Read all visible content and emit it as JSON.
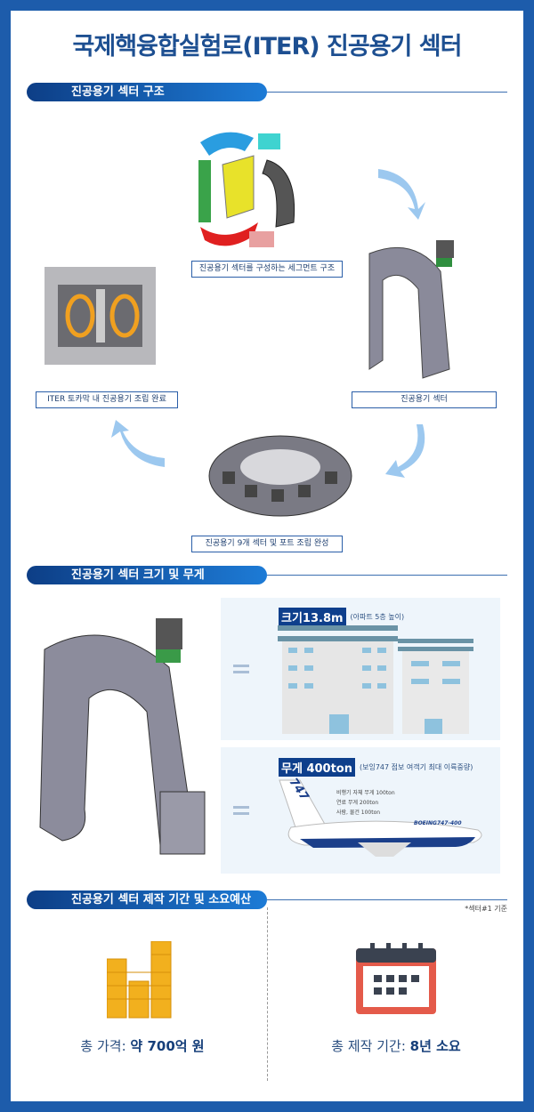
{
  "title": "국제핵융합실험로(ITER) 진공용기 섹터",
  "section1": {
    "header": "진공용기 섹터 구조",
    "labels": {
      "segments": "진공용기 섹터를 구성하는 세그먼트 구조",
      "sector": "진공용기 섹터",
      "tokamak": "ITER 토카막 내 진공용기 조립 완료",
      "ring": "진공용기 9개 섹터 및 포트 조립 완성"
    }
  },
  "section2": {
    "header": "진공용기 섹터 크기 및 무게",
    "size": {
      "tag": "크기13.8m",
      "note": "(아파트 5층 높이)"
    },
    "weight": {
      "tag": "무게 400ton",
      "note": "(보잉747 점보 여객기 최대 이륙중량)",
      "lines": [
        "비행기 자체 무게 100ton",
        "연료 무게 200ton",
        "사람, 물건 100ton"
      ],
      "plane_text": "BOEING747-400",
      "tail": "747"
    }
  },
  "section3": {
    "header": "진공용기 섹터 제작 기간 및 소요예산",
    "note": "*섹터#1 기준",
    "price": {
      "label": "총 가격: ",
      "value": "약 700억 원"
    },
    "period": {
      "label": "총 제작 기간: ",
      "value": "8년 소요"
    }
  },
  "colors": {
    "frame": "#1d5cab",
    "accent": "#0e3f8c",
    "coin": "#f2b01e",
    "calendar": "#e45a4a"
  }
}
